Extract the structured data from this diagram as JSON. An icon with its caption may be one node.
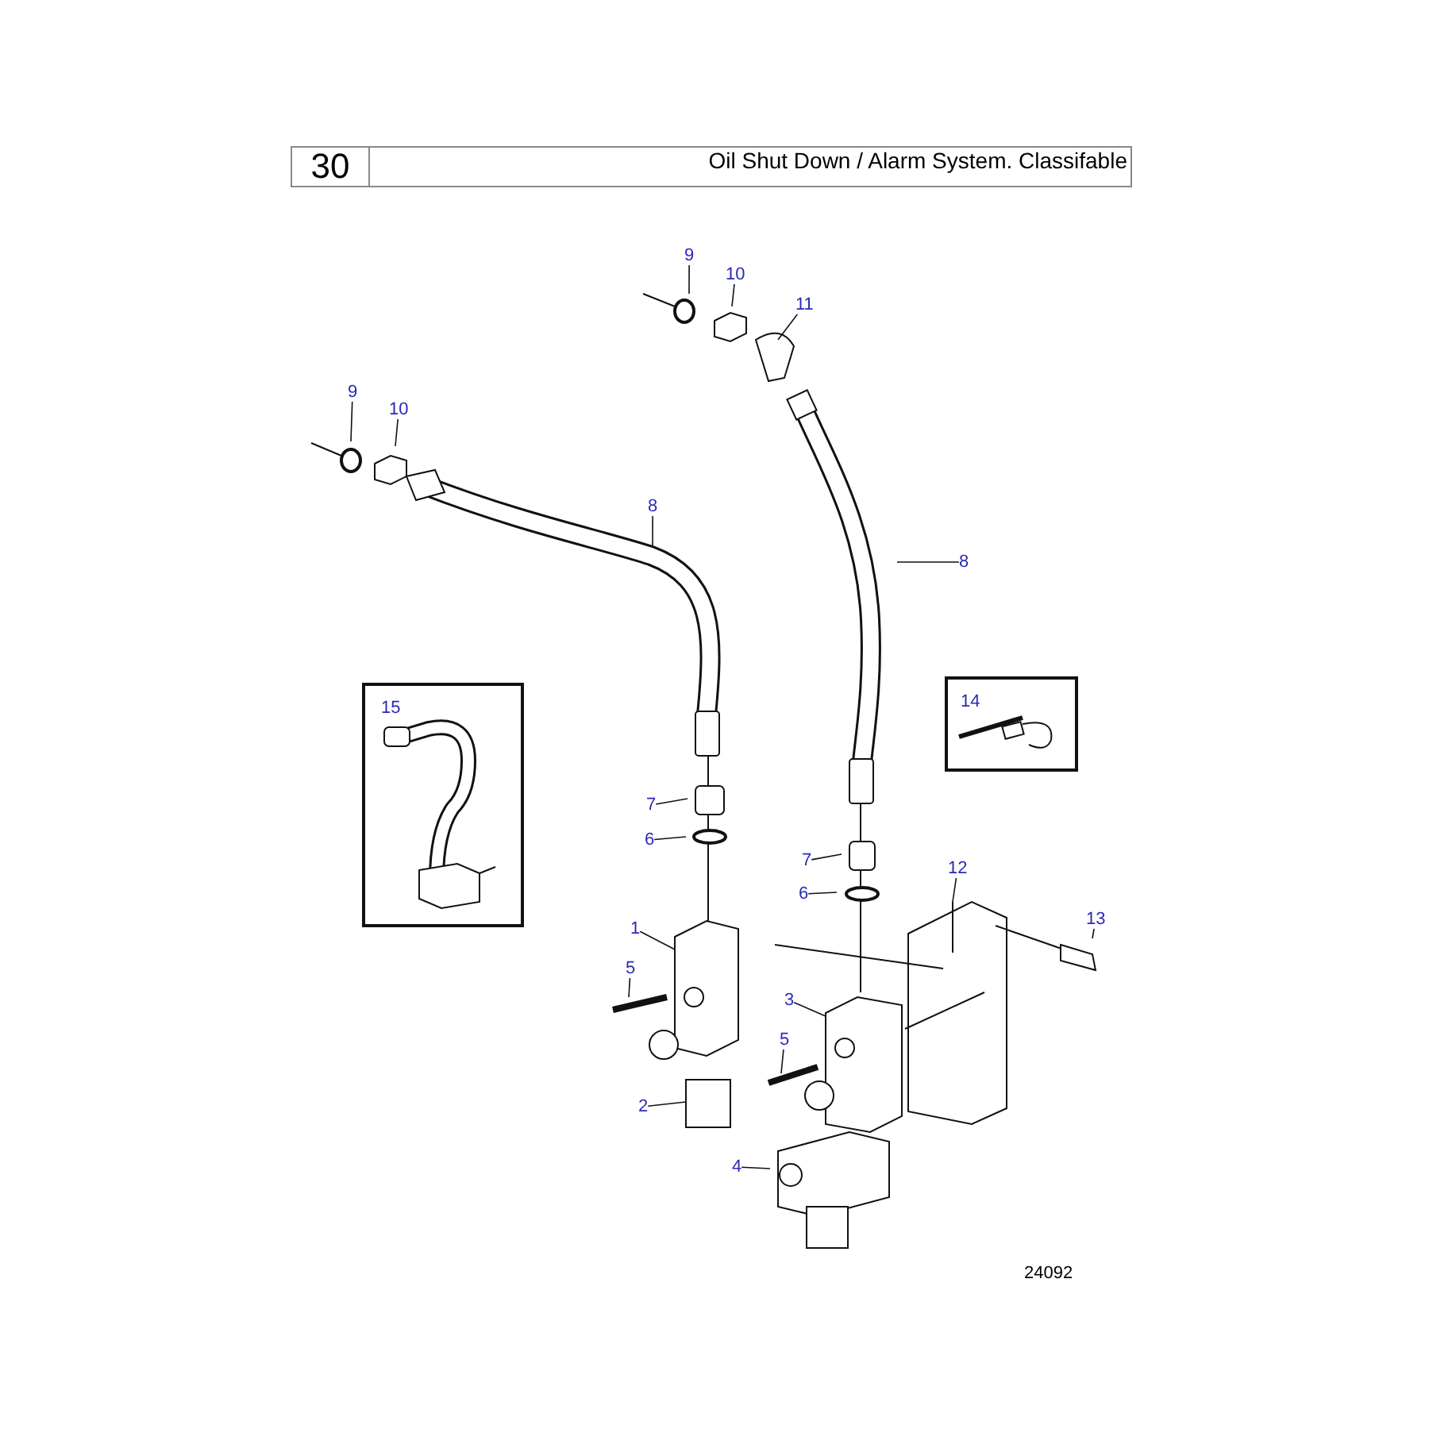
{
  "diagram": {
    "title": "Oil Shut Down / Alarm System. Classifable",
    "nodes": [
      {
        "text": [
          "9"
        ]
      },
      {
        "text": [
          "10"
        ]
      },
      {
        "text": [
          "11"
        ]
      },
      {
        "text": [
          "9"
        ]
      },
      {
        "text": [
          "10"
        ]
      },
      {
        "text": [
          "8"
        ]
      },
      {
        "text": [
          "8"
        ]
      },
      {
        "text": [
          "15"
        ]
      },
      {
        "text": [
          "14"
        ]
      },
      {
        "text": [
          "7"
        ]
      },
      {
        "text": [
          "6"
        ]
      },
      {
        "text": [
          "7"
        ]
      },
      {
        "text": [
          "6"
        ]
      },
      {
        "text": [
          "12"
        ]
      },
      {
        "text": [
          "1"
        ]
      },
      {
        "text": [
          "13"
        ]
      },
      {
        "text": [
          "5"
        ]
      },
      {
        "text": [
          "3"
        ]
      },
      {
        "text": [
          "5"
        ]
      },
      {
        "text": [
          "2"
        ]
      },
      {
        "text": [
          "4"
        ]
      }
    ],
    "edges": [
      {
        "from": 0,
        "to": null,
        "arrow": "none"
      },
      {
        "from": 1,
        "to": null,
        "arrow": "none"
      },
      {
        "from": 2,
        "to": null,
        "arrow": "none"
      },
      {
        "from": 3,
        "to": null,
        "arrow": "none"
      },
      {
        "from": 4,
        "to": null,
        "arrow": "none"
      },
      {
        "from": 5,
        "to": null,
        "arrow": "none"
      },
      {
        "from": 6,
        "to": null,
        "arrow": "none"
      },
      {
        "from": 9,
        "to": null,
        "arrow": "none"
      },
      {
        "from": 10,
        "to": null,
        "arrow": "none"
      },
      {
        "from": 11,
        "to": null,
        "arrow": "none"
      },
      {
        "from": 12,
        "to": null,
        "arrow": "none"
      },
      {
        "from": 13,
        "to": null,
        "arrow": "none"
      },
      {
        "from": 14,
        "to": null,
        "arrow": "none"
      },
      {
        "from": 15,
        "to": null,
        "arrow": "none"
      },
      {
        "from": 16,
        "to": null,
        "arrow": "none"
      },
      {
        "from": 17,
        "to": null,
        "arrow": "none"
      },
      {
        "from": 18,
        "to": null,
        "arrow": "none"
      },
      {
        "from": 19,
        "to": null,
        "arrow": "none"
      },
      {
        "from": 20,
        "to": null,
        "arrow": "none"
      }
    ],
    "labels": [
      "30",
      "24092"
    ]
  }
}
